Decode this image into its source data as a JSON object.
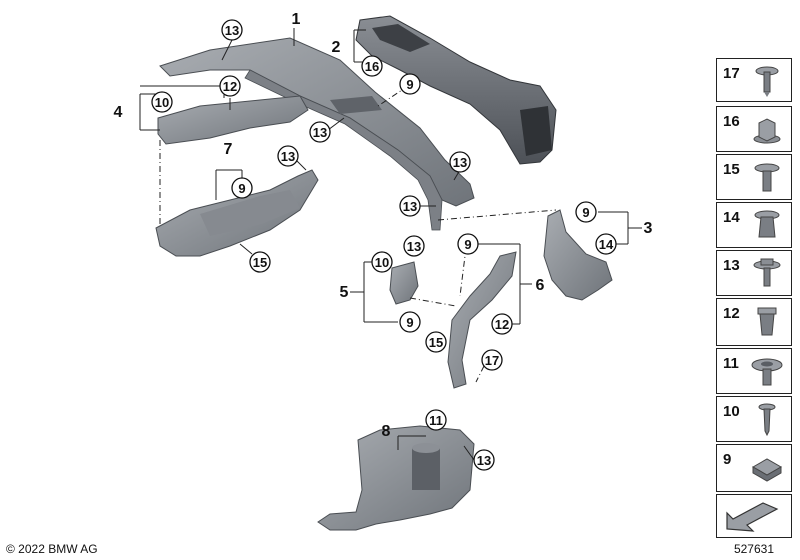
{
  "footer": {
    "copyright": "© 2022 BMW AG",
    "diagram_id": "527631"
  },
  "callouts": {
    "c13a": "13",
    "c12a": "12",
    "c10a": "10",
    "c13b": "13",
    "c9a": "9",
    "c15a": "15",
    "c16": "16",
    "c9b": "9",
    "c13c": "13",
    "c13d": "13",
    "c13e": "13",
    "c9c": "9",
    "c14": "14",
    "c10b": "10",
    "c13f": "13",
    "c9d": "9",
    "c9e": "9",
    "c12b": "12",
    "c15b": "15",
    "c17": "17",
    "c11": "11",
    "c13g": "13"
  },
  "labels": {
    "l1": "1",
    "l2": "2",
    "l3": "3",
    "l4": "4",
    "l5": "5",
    "l6": "6",
    "l7": "7",
    "l8": "8"
  },
  "legend": [
    {
      "num": "17",
      "icon": "screw-collar-icon"
    },
    {
      "num": "16",
      "icon": "hex-nut-icon"
    },
    {
      "num": "15",
      "icon": "hex-bolt-icon"
    },
    {
      "num": "14",
      "icon": "expanding-nut-icon"
    },
    {
      "num": "13",
      "icon": "flange-bolt-icon"
    },
    {
      "num": "12",
      "icon": "square-nut-icon"
    },
    {
      "num": "11",
      "icon": "rivet-nut-icon"
    },
    {
      "num": "10",
      "icon": "self-tapping-screw-icon"
    },
    {
      "num": "9",
      "icon": "clip-nut-icon"
    },
    {
      "num": "",
      "icon": "arrow-direction-icon"
    }
  ]
}
